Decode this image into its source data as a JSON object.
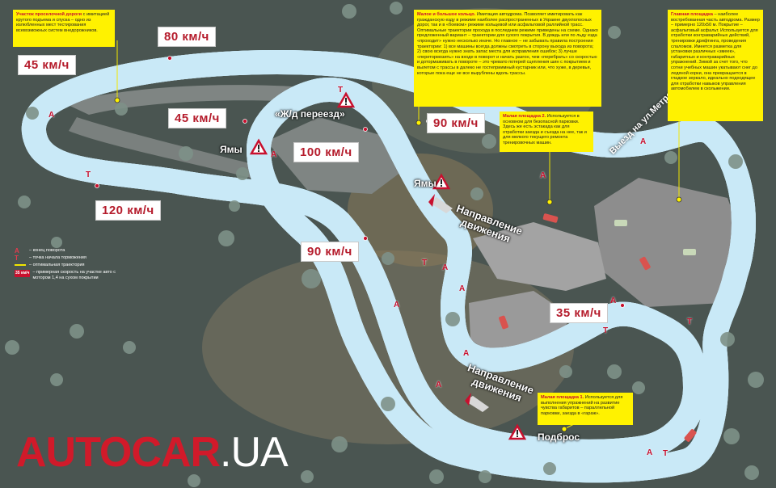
{
  "speeds": [
    {
      "id": "s1",
      "text": "45 км/ч"
    },
    {
      "id": "s2",
      "text": "80 км/ч"
    },
    {
      "id": "s3",
      "text": "45 км/ч"
    },
    {
      "id": "s4",
      "text": "100 км/ч"
    },
    {
      "id": "s5",
      "text": "90 км/ч"
    },
    {
      "id": "s6",
      "text": "120 км/ч"
    },
    {
      "id": "s7",
      "text": "90 км/ч"
    },
    {
      "id": "s8",
      "text": "35 км/ч"
    }
  ],
  "labels": {
    "yamy1": "Ямы",
    "yamy2": "Ямы",
    "railway": "«Ж/д переезд»",
    "bump": "Подброс",
    "direction1": "Направление движения",
    "direction2": "Направление движения",
    "exit": "Выезд на ул.Метрологическая"
  },
  "notes": {
    "n1": {
      "title": "Участок проселочной дороги",
      "body": " с имитацией крутого подъема и спуска – одно из излюбленных мест тестирования всевозможных систем внедорожников."
    },
    "n2": {
      "title": "Малое и большое кольцо.",
      "body": " Имитация автодрома. Позволяет имитировать как гражданскую езду в режиме наиболее распространенных в Украине двухполосных дорог, так и в «боевом» режиме кольцевой или асфальтовой раллийной трасс. Оптимальные траектории прохода в последнем режиме приведены на схеме. Однако предложенный вариант – траектории для сухого покрытия. В дождь или по льду езда «проходит» нужно несколько иначе. Но главное – не забывать правила построения траектории: 1) все машины всегда должны смотреть в сторону выхода из поворота; 2) свою всегда нужно знать запас места для исправления ошибок; 3) лучше «перетормозить» на входе в поворот и начать разгон, чем «перебрать» со скоростью и дотормаживать в повороте – это чревато потерей сцепления шин с покрытием и вылетом с трассы в далеко не гостеприимный кустарник или, что хуже, в деревья, которые пока еще не все вырублены вдоль трассы."
    },
    "n3": {
      "title": "Малая площадка 2.",
      "body": " Используется в основном для безопасной парковки. Здесь же есть эстакада как для отработки заезда и съезда на нее, так и для мелкого текущего ремонта тренировочных машин."
    },
    "n4": {
      "title": "Главная площадка",
      "body": " – наиболее востребованная часть автодрома. Размер – примерно 120х50 м. Покрытие – асфальтовый асфальт. Используется для отработки контраварийных действий, тренировки дрифтинга, проведения слаломов. Имеется разметка для установки различных «змеек», габаритных и контраварийных упражнений. Зимой за счет того, что сотни учебных машин укатывают снег до ледяной корки, она превращается в гладкое зеркало, идеально подходящее для отработки навыков управления автомобилем в скольжении."
    },
    "n5": {
      "title": "Малая площадка 1.",
      "body": " Используется для выполнения упражнений на развитие чувства габаритов – параллельной парковки, заезда в «гараж»."
    }
  },
  "legend": {
    "a_sym": "А",
    "a_text": "– конец поворота",
    "t_sym": "Т",
    "t_text": "– точка начала торможения",
    "line_text": "– оптимальная траектория",
    "speed_sym": "35 км/ч",
    "speed_text": "– примерная скорость на участке авто с мотором 1,4 на сухом покрытии"
  },
  "brand": {
    "main": "AUTOCAR",
    "suffix": ".UA"
  },
  "markers": {
    "a": "А",
    "t": "Т"
  },
  "colors": {
    "ground": "#4a5551",
    "track_border": "#c9e9f7",
    "track": "#3a9fd6",
    "trajectory": "#f2e600",
    "accent": "#c8102e",
    "note_bg": "#fff200",
    "pad": "#8a8a8a",
    "brand": "#d11a2a"
  }
}
